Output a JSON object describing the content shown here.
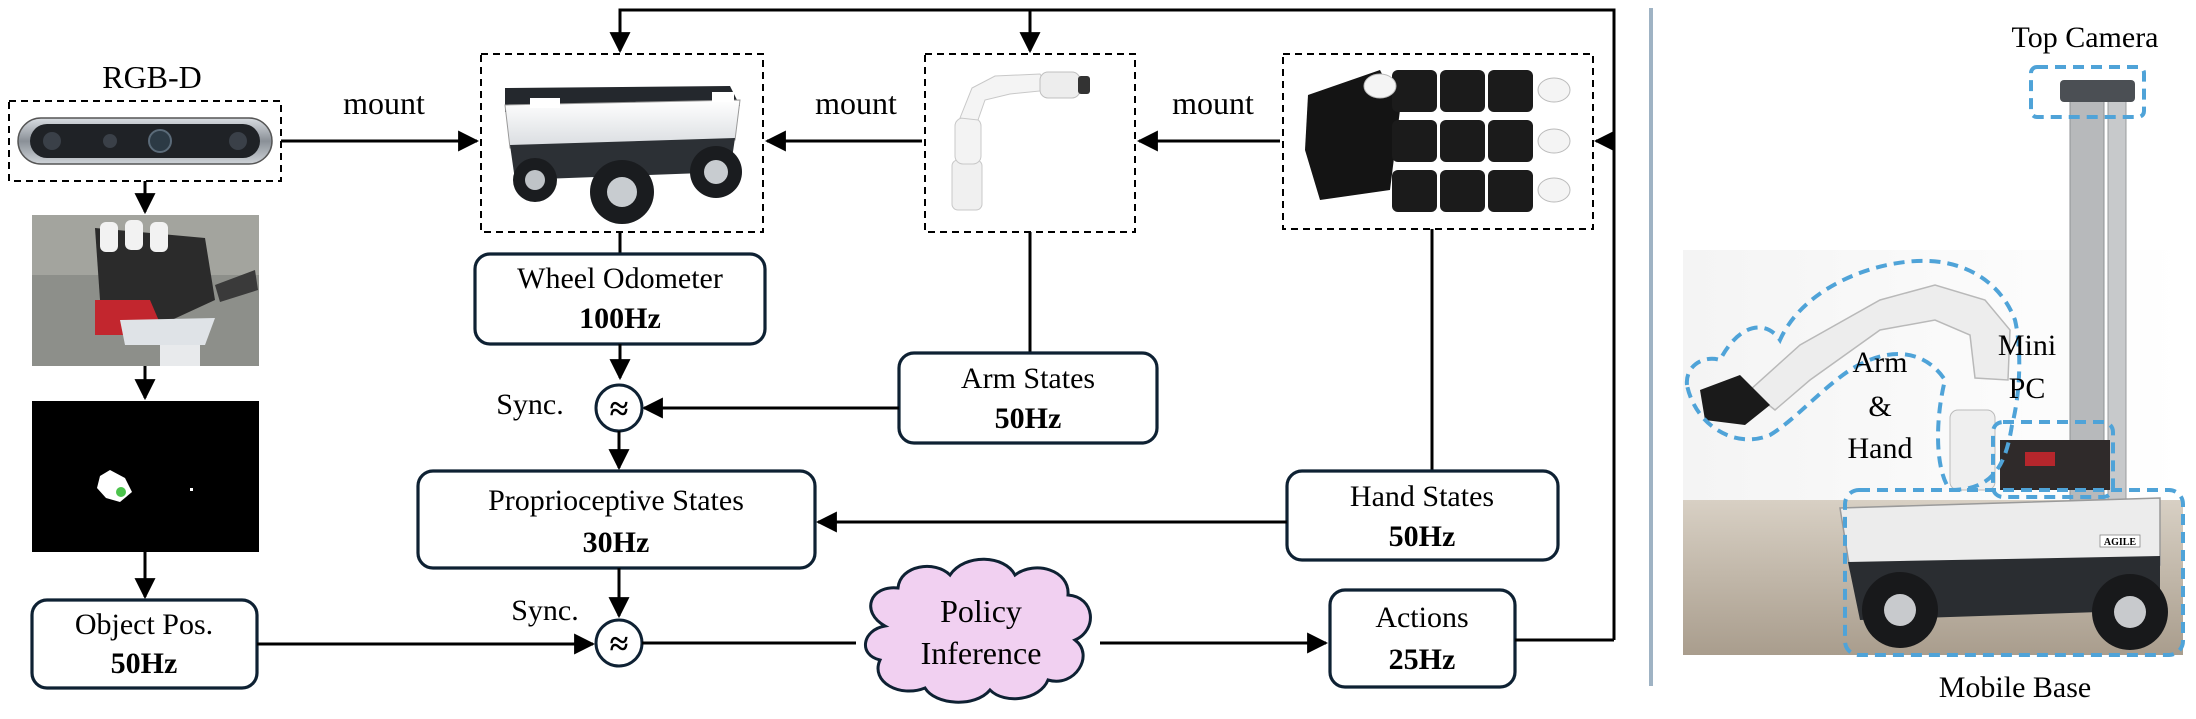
{
  "sensors": {
    "rgbd_title": "RGB-D",
    "mount_label_1": "mount",
    "mount_label_2": "mount",
    "mount_label_3": "mount"
  },
  "boxes": {
    "wheel_odometer": {
      "name": "Wheel Odometer",
      "rate": "100Hz"
    },
    "arm_states": {
      "name": "Arm States",
      "rate": "50Hz"
    },
    "proprioceptive_states": {
      "name": "Proprioceptive States",
      "rate": "30Hz"
    },
    "hand_states": {
      "name": "Hand States",
      "rate": "50Hz"
    },
    "object_pos": {
      "name": "Object Pos.",
      "rate": "50Hz"
    },
    "actions": {
      "name": "Actions",
      "rate": "25Hz"
    }
  },
  "sync": {
    "label_1": "Sync.",
    "label_2": "Sync.",
    "symbol": "≈"
  },
  "policy": {
    "line1": "Policy",
    "line2": "Inference"
  },
  "robot_photo": {
    "top_camera": "Top Camera",
    "mini_pc_1": "Mini",
    "mini_pc_2": "PC",
    "arm_hand_1": "Arm",
    "arm_hand_2": "&",
    "arm_hand_3": "Hand",
    "mobile_base": "Mobile Base",
    "base_logo": "AGILE"
  },
  "colors": {
    "box_border": "#0e2133",
    "policy_fill": "#f1d0f1",
    "callout_blue": "#4fa3d8",
    "divider": "#9fb3c4"
  }
}
